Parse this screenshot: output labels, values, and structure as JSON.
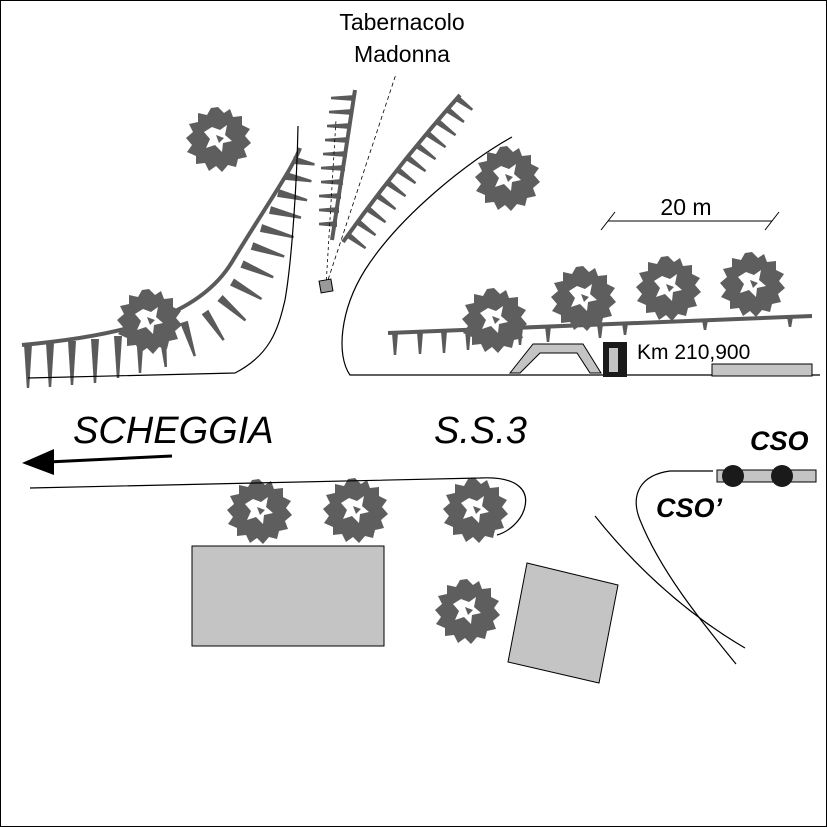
{
  "map": {
    "labels": {
      "shrine_line1": "Tabernacolo",
      "shrine_line2": "Madonna",
      "town": "SCHEGGIA",
      "road": "S.S.3",
      "scale": "20 m",
      "milestone": "Km 210,900",
      "cso": "CSO",
      "cso_prime": "CSO’"
    },
    "colors": {
      "line": "#000000",
      "hatch": "#5a5a5a",
      "fill_gray": "#c4c4c4",
      "tree_dark": "#5e5e5e",
      "background": "#ffffff"
    },
    "icons": {
      "tree": "tree-symbol",
      "escarpment": "slope-hachure",
      "station": "filled-circle",
      "arrow": "direction-arrow-left"
    }
  }
}
